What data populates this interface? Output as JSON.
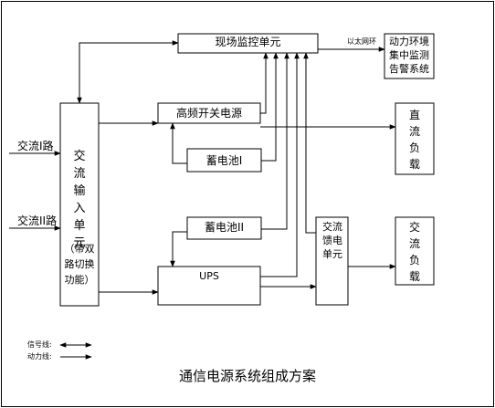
{
  "title": "通信电源系统组成方案",
  "nodes": {
    "monitor_unit": "现场监控单元",
    "ethernet_ring": "以太网环",
    "env_monitor": "动力环境集中监测告警系统",
    "ac_input": "交流输入单元",
    "ac_input_note": "（带双路切换功能）",
    "hf_rectifier": "高频开关电源",
    "battery_1": "蓄电池I",
    "battery_2": "蓄电池II",
    "ups": "UPS",
    "ac_feeder": "交流馈电单元",
    "dc_load": "直流负载",
    "ac_load": "交流负载"
  },
  "inputs": {
    "ac1": "交流I路",
    "ac2": "交流II路"
  },
  "legend": {
    "signal_line": "信号线:",
    "power_line": "动力线:"
  },
  "colors": {
    "line": "#000000",
    "background": "#ffffff"
  }
}
